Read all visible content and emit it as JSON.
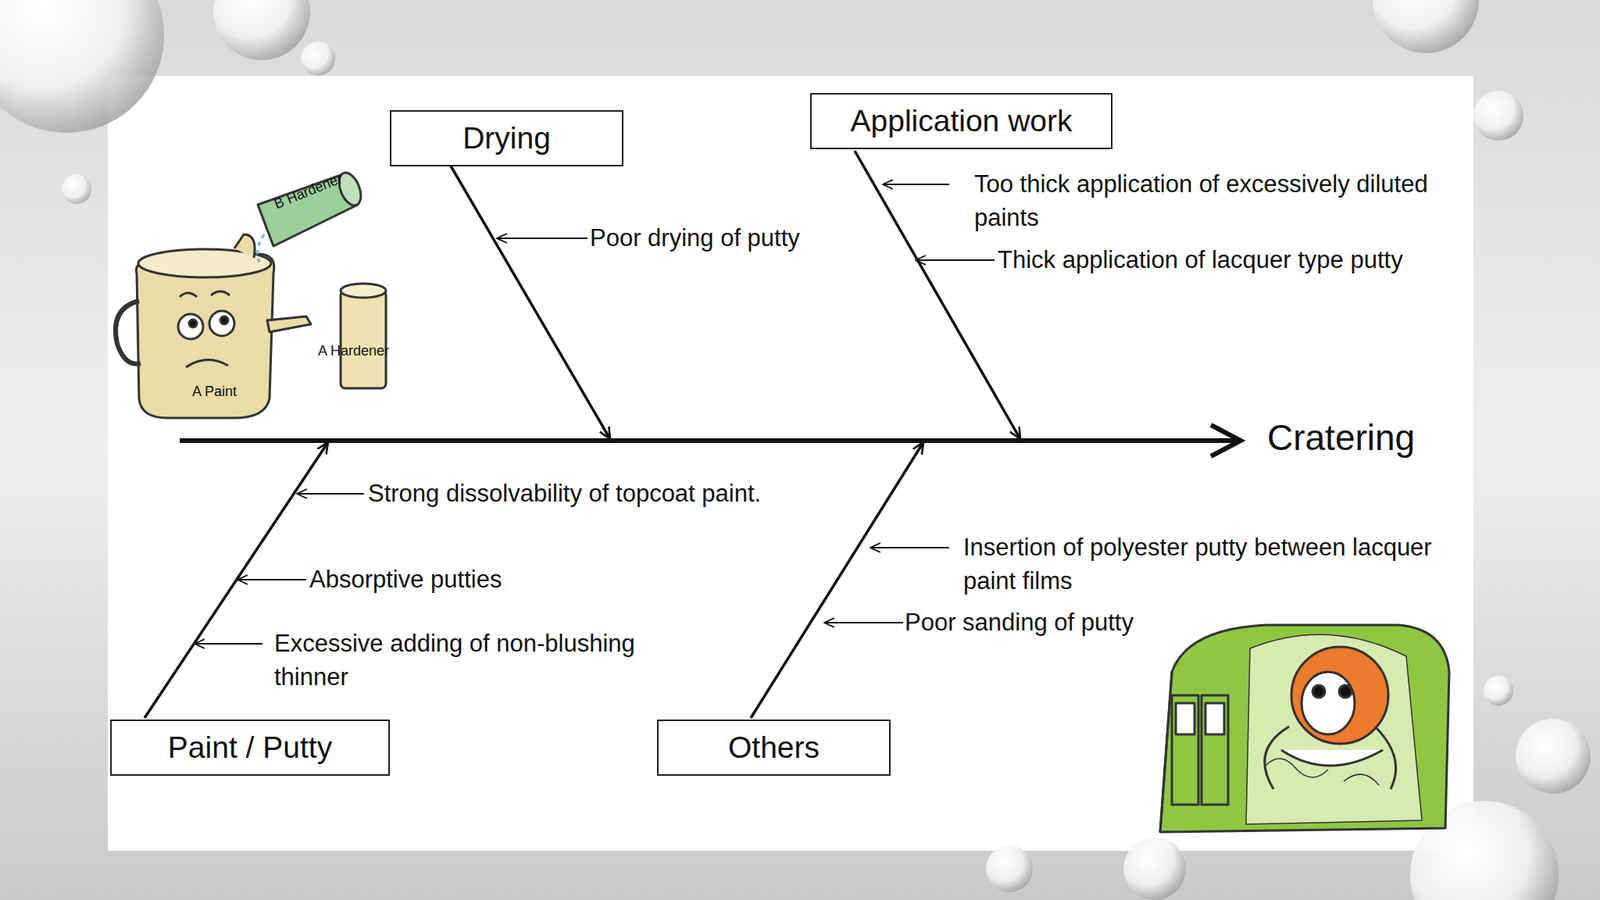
{
  "diagram": {
    "nodes": [
      {
        "text": [
          "Drying"
        ]
      },
      {
        "text": [
          "Application work"
        ]
      },
      {
        "text": [
          "Paint / Putty"
        ]
      },
      {
        "text": [
          "Others"
        ]
      }
    ],
    "labels": [
      "Poor drying of putty",
      "Too thick application of excessively diluted paints",
      "Thick application of lacquer type putty",
      "Cratering",
      "Strong dissolvability of topcoat paint.",
      "Absorptive putties",
      "Excessive adding of non-blushing thinner",
      "Insertion of polyester putty between lacquer paint films",
      "Poor sanding of putty",
      "B Hardener",
      "A Hardener",
      "A Paint"
    ]
  }
}
